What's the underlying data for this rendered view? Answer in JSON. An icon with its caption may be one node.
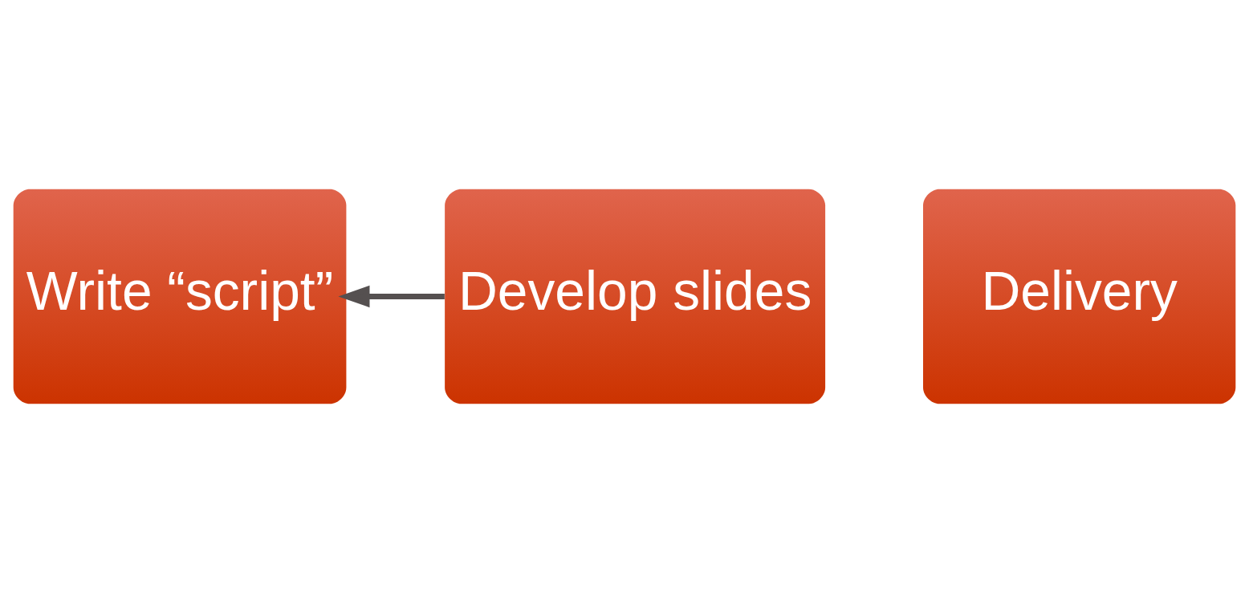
{
  "diagram": {
    "nodes": [
      {
        "text": [
          "Write “script”"
        ]
      },
      {
        "text": [
          "Develop slides"
        ]
      },
      {
        "text": [
          "Delivery"
        ]
      }
    ],
    "edges": [
      {
        "from": 1,
        "to": 0,
        "arrow": "to"
      }
    ]
  }
}
